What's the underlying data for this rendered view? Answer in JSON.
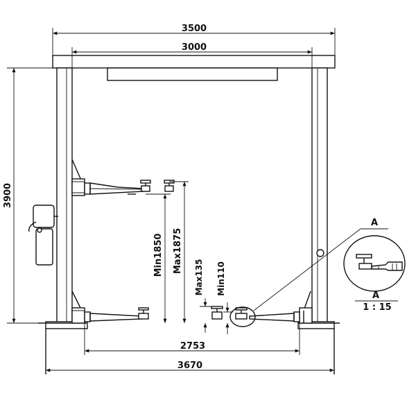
{
  "dimensions": {
    "overall_width": "3500",
    "inner_width": "3000",
    "height": "3900",
    "min_lift_height": "Min1850",
    "max_lift_height": "Max1875",
    "max_pad_height": "Max135",
    "min_pad_height": "Min110",
    "drive_through": "2753",
    "base_width": "3670"
  },
  "detail": {
    "label": "A",
    "scale_label": "A",
    "scale": "1 : 15"
  }
}
